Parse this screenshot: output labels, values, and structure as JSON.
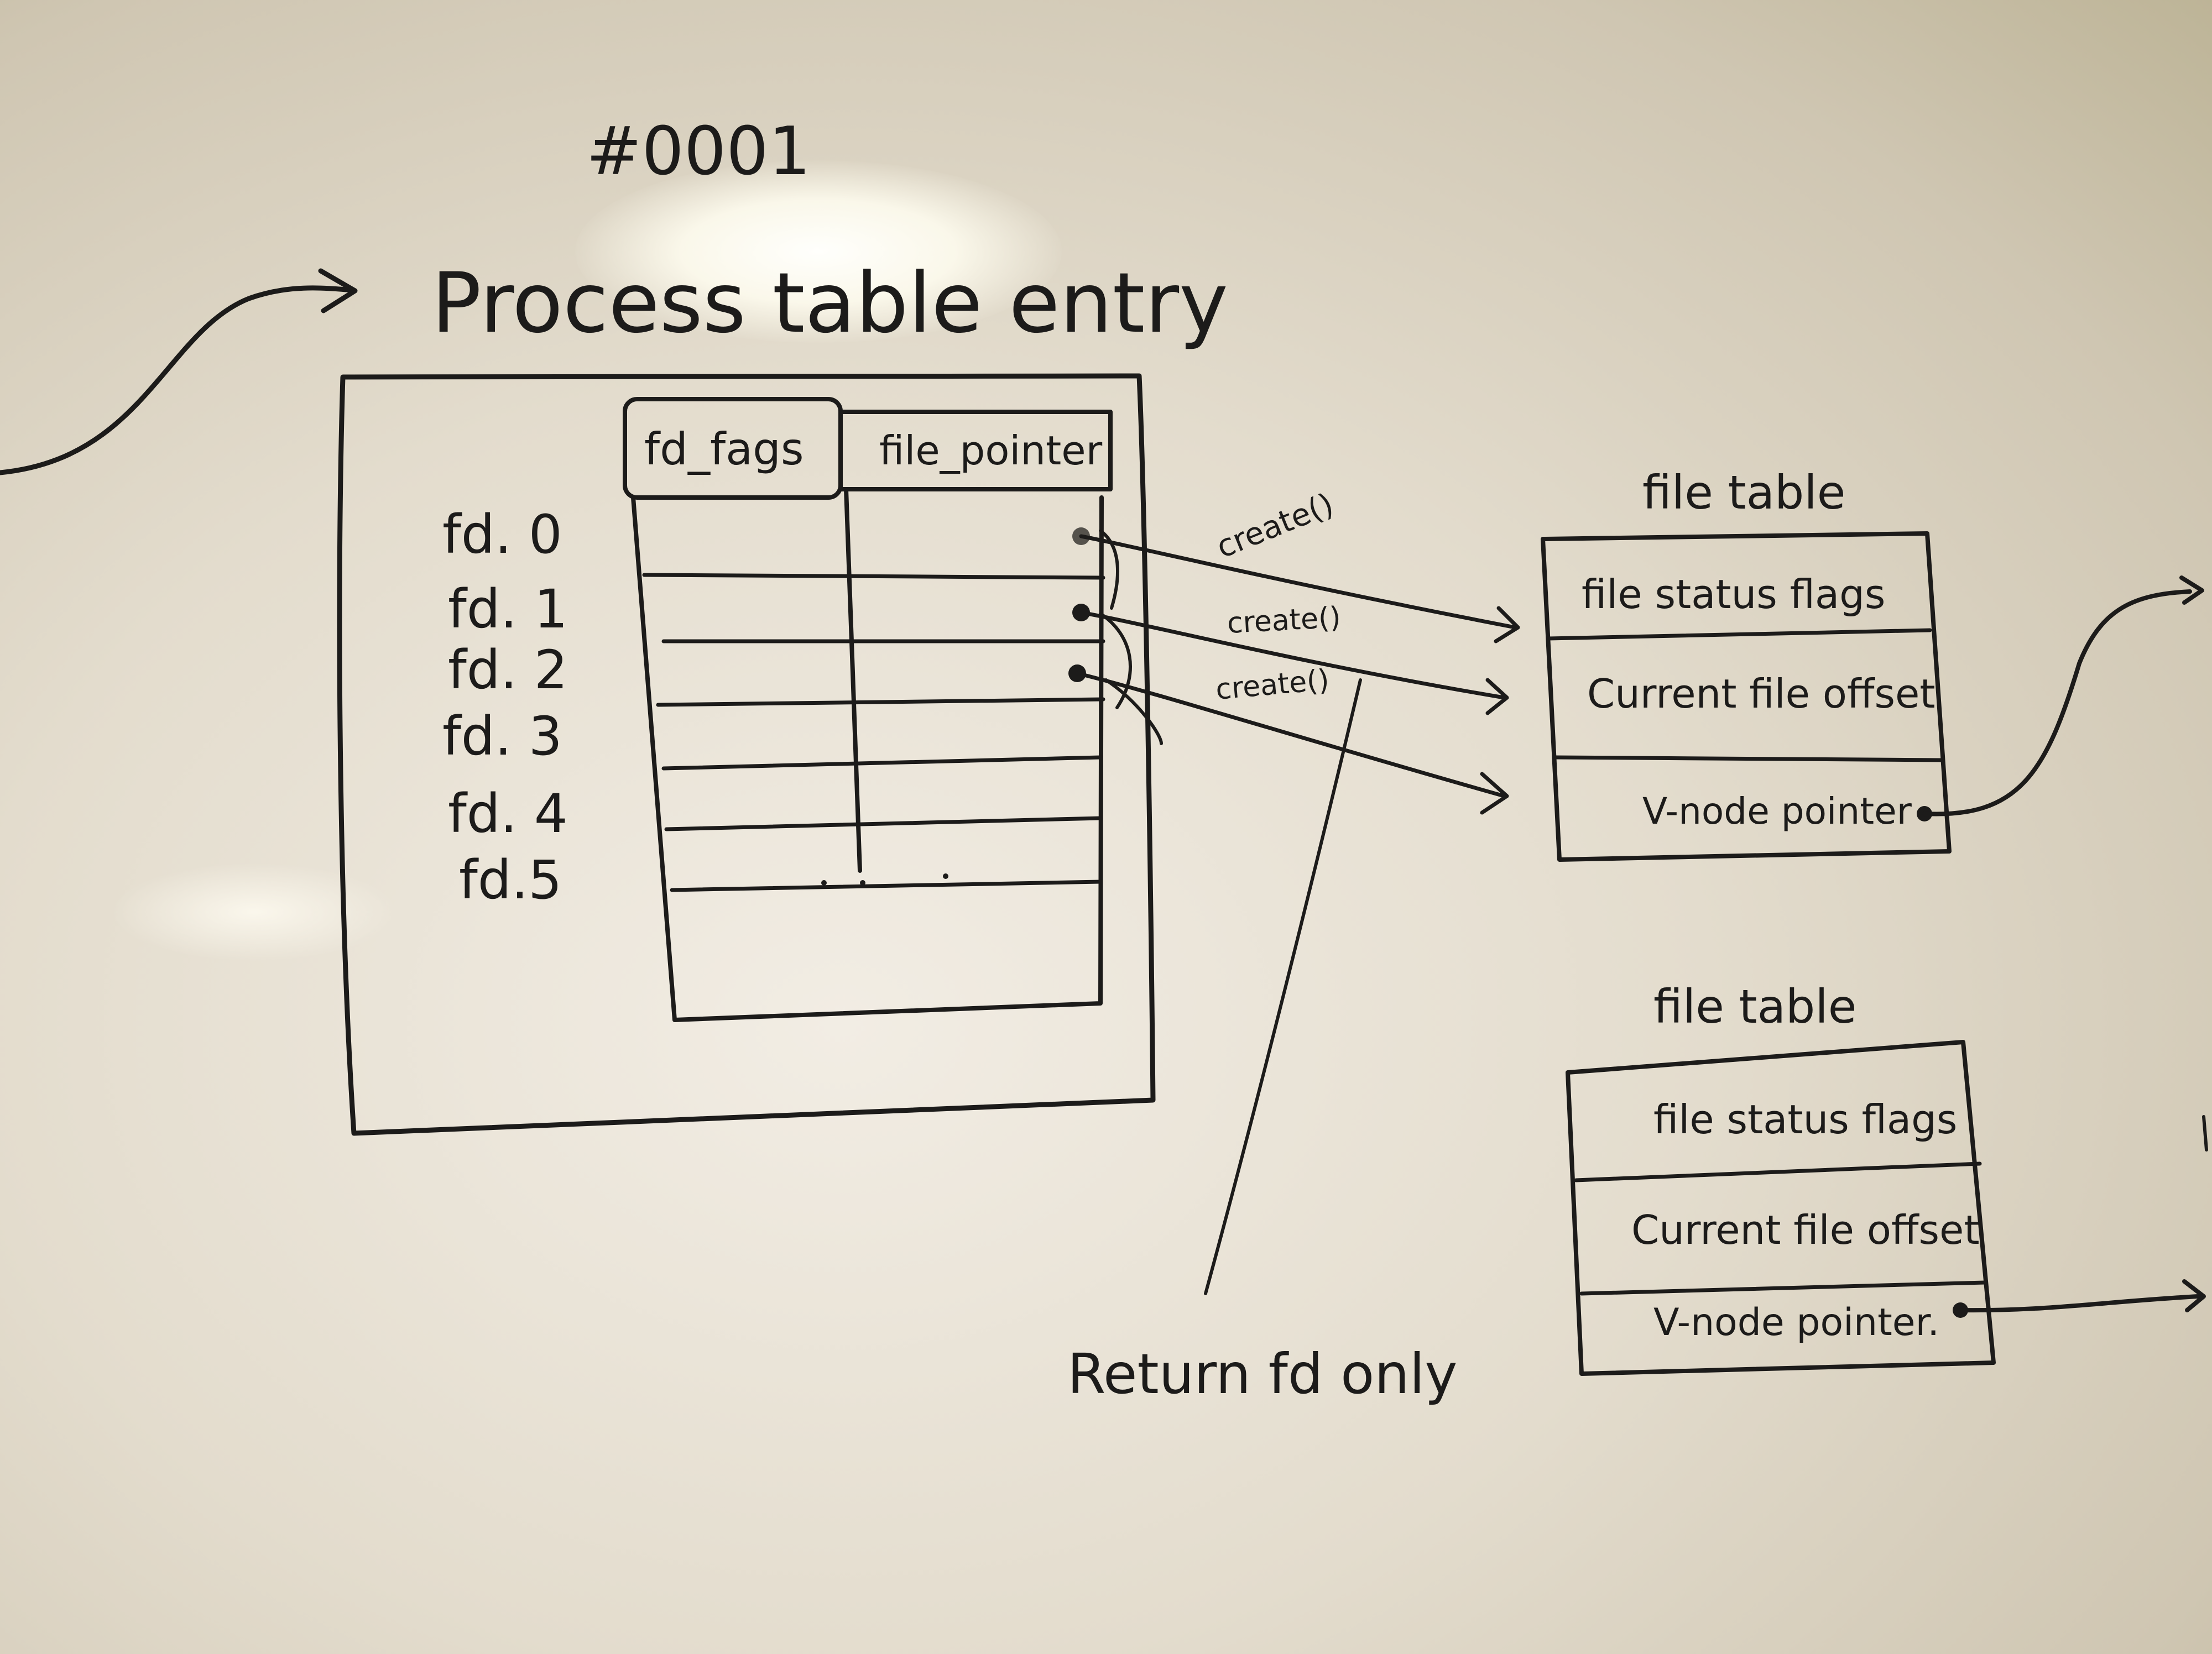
{
  "title_id": "#0001",
  "process_table": {
    "title": "Process table entry",
    "headers": [
      "fd_fags",
      "file_pointer"
    ],
    "fd_labels": [
      "fd. 0",
      "fd. 1",
      "fd. 2",
      "fd. 3",
      "fd. 4",
      "fd.5"
    ]
  },
  "calls": [
    "create()",
    "create()",
    "create()"
  ],
  "return_note": "Return fd only",
  "file_tables": [
    {
      "title": "file table",
      "rows": [
        "file status flags",
        "Current file offset",
        "V-node pointer"
      ]
    },
    {
      "title": "file table",
      "rows": [
        "file status flags",
        "Current file offset",
        "V-node pointer."
      ]
    }
  ]
}
